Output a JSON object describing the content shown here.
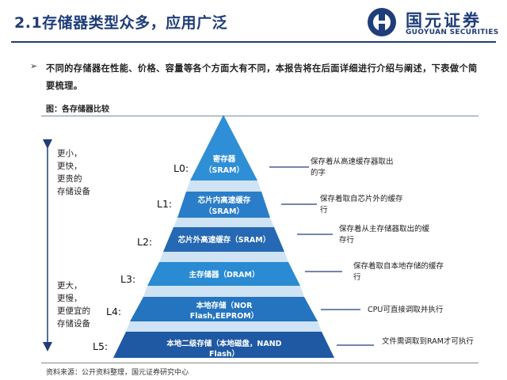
{
  "header": {
    "title": "2.1存储器类型众多，应用广泛",
    "logo_name": "国元证券",
    "logo_en": "GUOYUAN SECURITIES"
  },
  "bullet": {
    "icon": "arrow-right-icon",
    "text": "不同的存储器在性能、价格、容量等各个方面大有不同，本报告将在后面详细进行介绍与阐述，下表做个简要梳理。"
  },
  "figure_caption": "图：各存储器比较",
  "side_notes": {
    "top": [
      "更小，",
      "更快，",
      "更贵的",
      "存储设备"
    ],
    "bottom": [
      "更大，",
      "更慢，",
      "更便宜的",
      "存储设备"
    ]
  },
  "levels": [
    {
      "id": "L0:",
      "lines": [
        "寄存器",
        "（SRAM）"
      ],
      "desc": "保存着从高速缓存器取出的字"
    },
    {
      "id": "L1:",
      "lines": [
        "芯片内高速缓存",
        "（SRAM）"
      ],
      "desc": "保存着取自芯片外的缓存行"
    },
    {
      "id": "L2:",
      "lines": [
        "芯片外高速缓存（SRAM）"
      ],
      "desc": "保存着从主存储器取出的缓存行"
    },
    {
      "id": "L3:",
      "lines": [
        "主存储器（DRAM）"
      ],
      "desc": "保存着取自本地存储的缓存行"
    },
    {
      "id": "L4:",
      "lines": [
        "本地存储（NOR",
        "Flash,EEPROM）"
      ],
      "desc": "CPU可直接调取并执行"
    },
    {
      "id": "L5:",
      "lines": [
        "本地二级存储（本地磁盘，NAND",
        "Flash）"
      ],
      "desc": "文件需调取到RAM才可执行"
    }
  ],
  "source": "资料来源：公开资料整理，国元证券研究中心",
  "colors": {
    "brand": "#1f3d7a",
    "tiers": [
      "#2f8fd6",
      "#2a7dc8",
      "#2568b3",
      "#2a8ad2",
      "#2474bf",
      "#1f58a3"
    ],
    "band": "#cfe3f4",
    "arrow": "#1f3d7a"
  }
}
